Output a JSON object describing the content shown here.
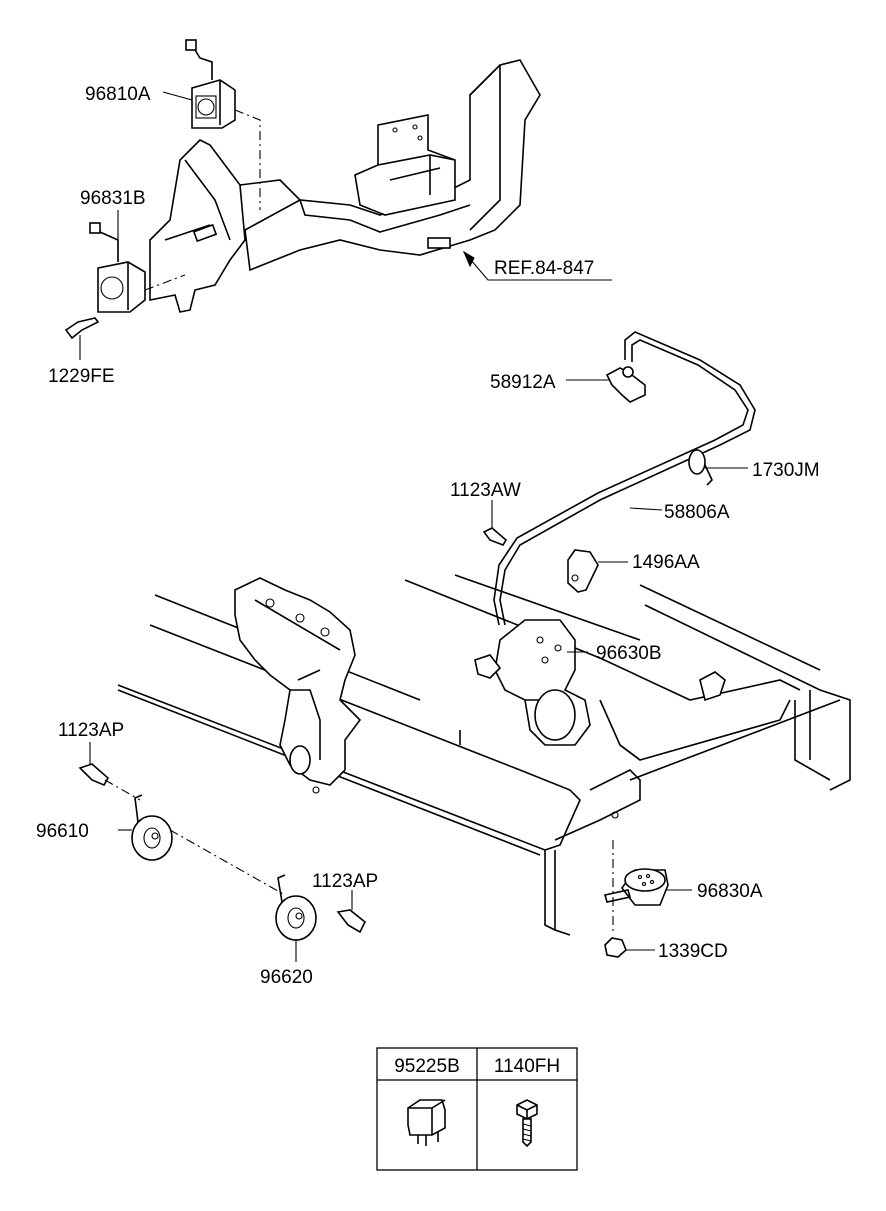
{
  "parts": {
    "p96810A": "96810A",
    "p96831B": "96831B",
    "p1229FE": "1229FE",
    "ref": "REF.84-847",
    "p58912A": "58912A",
    "p1730JM": "1730JM",
    "p1123AW": "1123AW",
    "p58806A": "58806A",
    "p1496AA": "1496AA",
    "p96630B": "96630B",
    "p1123AP_top": "1123AP",
    "p96610": "96610",
    "p1123AP_bottom": "1123AP",
    "p96620": "96620",
    "p96830A": "96830A",
    "p1339CD": "1339CD"
  },
  "legend_table": {
    "col1": "95225B",
    "col2": "1140FH"
  }
}
